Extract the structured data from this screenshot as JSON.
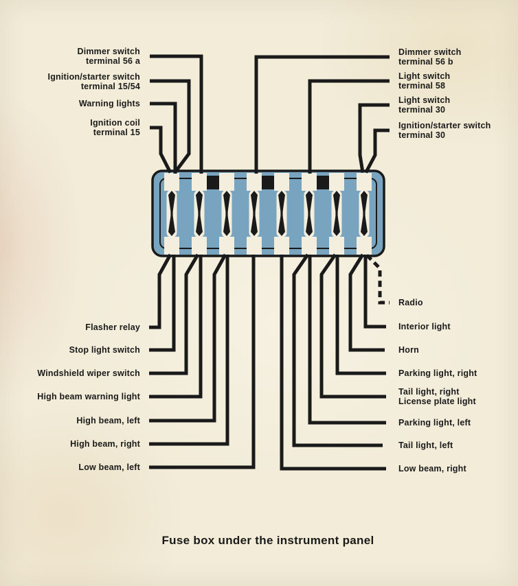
{
  "caption": "Fuse box under the instrument panel",
  "colors": {
    "paper": "#f2ecd9",
    "line": "#1a1a1a",
    "box_blue": "#79a4c0",
    "terminal_cream": "#f3eedd"
  },
  "fuse_box": {
    "fuse_count": 8,
    "bus_links": [
      [
        2,
        3
      ],
      [
        4,
        5
      ],
      [
        6,
        7
      ]
    ]
  },
  "labels": {
    "top_left": [
      {
        "line1": "Dimmer switch",
        "line2": "terminal 56 a",
        "fuse": 2
      },
      {
        "line1": "Ignition/starter switch",
        "line2": "terminal 15/54",
        "fuse": 1
      },
      {
        "line1": "Warning lights",
        "line2": "",
        "fuse": 1
      },
      {
        "line1": "Ignition coil",
        "line2": "terminal 15",
        "fuse": 1
      }
    ],
    "top_right": [
      {
        "line1": "Dimmer switch",
        "line2": "terminal 56 b",
        "fuse": 4
      },
      {
        "line1": "Light switch",
        "line2": "terminal 58",
        "fuse": 6
      },
      {
        "line1": "Light switch",
        "line2": "terminal 30",
        "fuse": 8
      },
      {
        "line1": "Ignition/starter switch",
        "line2": "terminal 30",
        "fuse": 8
      }
    ],
    "bottom_left": [
      {
        "line1": "Flasher relay",
        "fuse": 1
      },
      {
        "line1": "Stop light switch",
        "fuse": 1
      },
      {
        "line1": "Windshield wiper switch",
        "fuse": 2
      },
      {
        "line1": "High beam warning light",
        "fuse": 2
      },
      {
        "line1": "High beam, left",
        "fuse": 3
      },
      {
        "line1": "High beam, right",
        "fuse": 3
      },
      {
        "line1": "Low beam, left",
        "fuse": 4
      }
    ],
    "bottom_right": [
      {
        "line1": "Radio",
        "fuse": 8,
        "wire_style": "dashed"
      },
      {
        "line1": "Interior light",
        "fuse": 8
      },
      {
        "line1": "Horn",
        "fuse": 8
      },
      {
        "line1": "Parking light, right",
        "fuse": 7
      },
      {
        "line1": "Tail light, right",
        "line2": "License plate light",
        "fuse": 7
      },
      {
        "line1": "Parking light, left",
        "fuse": 6
      },
      {
        "line1": "Tail light, left",
        "fuse": 6
      },
      {
        "line1": "Low beam, right",
        "fuse": 5
      }
    ]
  }
}
